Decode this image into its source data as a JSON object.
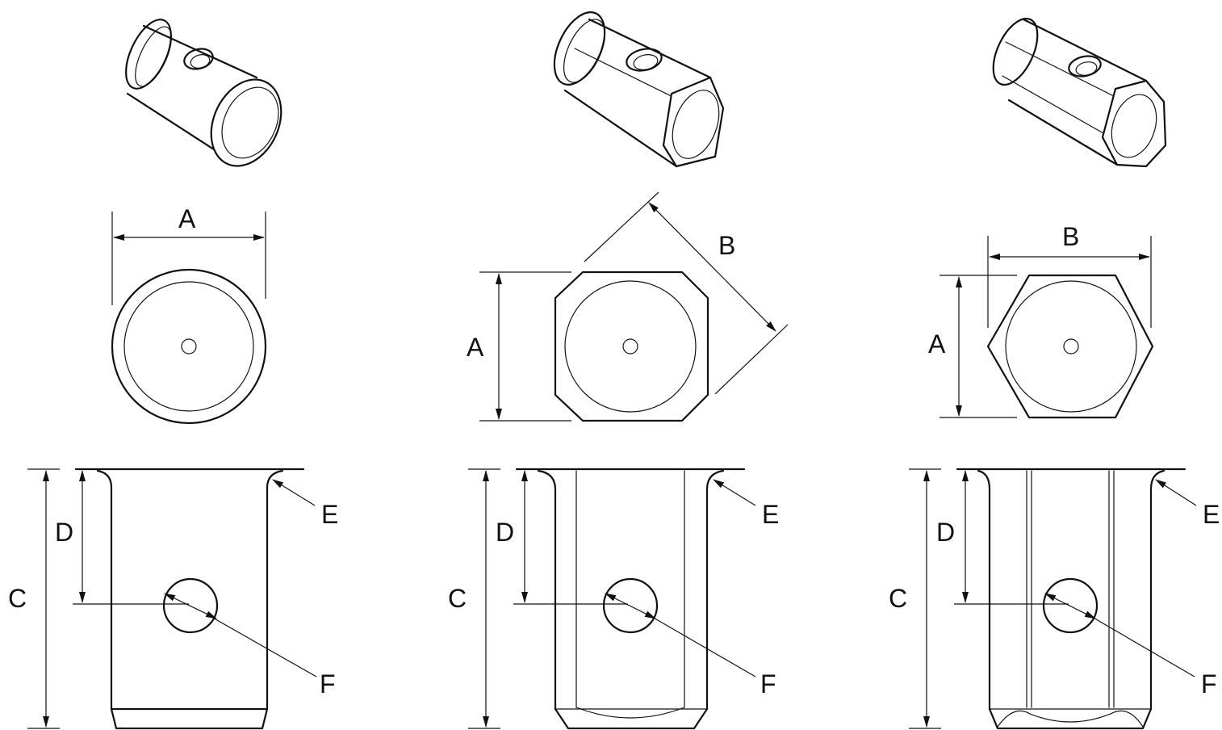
{
  "labels": {
    "a": "A",
    "b": "B",
    "c": "C",
    "d": "D",
    "e": "E",
    "f": "F"
  },
  "colors": {
    "line": "#111111",
    "background": "#ffffff"
  },
  "variants": [
    {
      "shape": "round"
    },
    {
      "shape": "square"
    },
    {
      "shape": "hex"
    }
  ]
}
